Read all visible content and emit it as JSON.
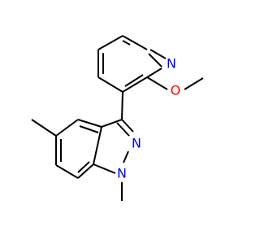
{
  "molecule": {
    "atoms": {
      "pyridine_n": {
        "symbol": "N",
        "color": "#0000ff"
      },
      "methoxy_o": {
        "symbol": "O",
        "color": "#ff0000"
      },
      "indazole_n2": {
        "symbol": "N",
        "color": "#0000ff"
      },
      "indazole_n1": {
        "symbol": "N",
        "color": "#0000ff"
      }
    },
    "bond_color": "#000000",
    "background": "#ffffff"
  }
}
